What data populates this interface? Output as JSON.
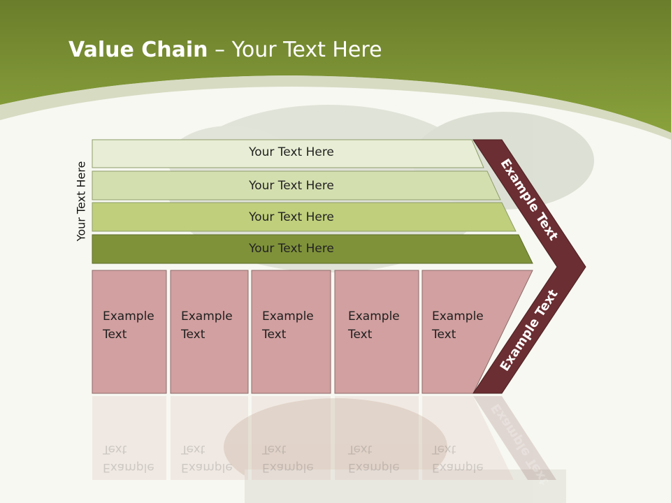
{
  "title": {
    "bold": "Value Chain",
    "rest": " – Your Text Here"
  },
  "side_label": "Your Text Here",
  "bands": [
    {
      "label": "Your Text Here"
    },
    {
      "label": "Your Text Here"
    },
    {
      "label": "Your Text Here"
    },
    {
      "label": "Your Text Here"
    }
  ],
  "columns": [
    {
      "line1": "Example",
      "line2": "Text"
    },
    {
      "line1": "Example",
      "line2": "Text"
    },
    {
      "line1": "Example",
      "line2": "Text"
    },
    {
      "line1": "Example",
      "line2": "Text"
    },
    {
      "line1": "Example",
      "line2": "Text"
    }
  ],
  "chevron": {
    "upper": "Example Text",
    "lower": "Example Text"
  },
  "colors": {
    "header_green": "#7b9232",
    "band_1": "#e8eed5",
    "band_2": "#d4dfb0",
    "band_3": "#bfcf7c",
    "band_4": "#7f923a",
    "column_pink": "#d2a0a0",
    "chevron_maroon": "#6b2e32"
  }
}
